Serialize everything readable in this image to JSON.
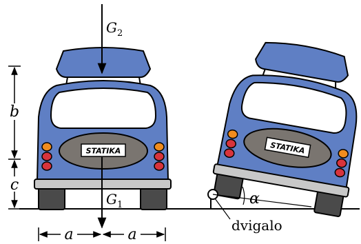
{
  "labels": {
    "g2": "G",
    "g2_sub": "2",
    "g1": "G",
    "g1_sub": "1",
    "b": "b",
    "c": "c",
    "a_left": "a",
    "a_right": "a",
    "alpha": "α",
    "jack": "dvigalo",
    "plate_left": "STATIKA",
    "plate_right": "STATIKA"
  },
  "colors": {
    "body": "#5f7fc4",
    "roof_box": "#5f7fc4",
    "window": "#ffffff",
    "bumper": "#c8c8c8",
    "tire": "#4a4a4a",
    "plate_oval": "#7a7570",
    "light_orange": "#f08c1e",
    "light_red": "#d8343c",
    "ground": "#000000"
  }
}
